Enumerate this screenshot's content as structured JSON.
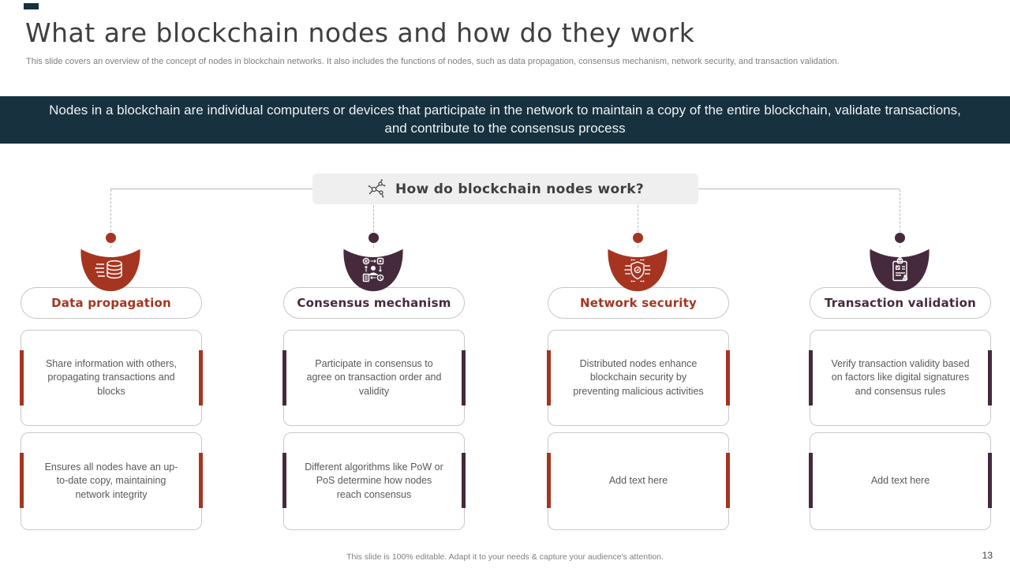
{
  "slide": {
    "title": "What are blockchain nodes and how do they work",
    "subtitle": "This slide covers an overview of the concept of nodes in blockchain networks. It also includes the functions of nodes, such as data propagation,  consensus mechanism, network security, and transaction validation.",
    "footer_note": "This slide is 100% editable.  Adapt it to your needs & capture your audience's attention.",
    "page_number": "13"
  },
  "banner": {
    "text": "Nodes in a blockchain are individual computers or devices that participate in the network to maintain a copy of the entire blockchain, validate transactions, and contribute to the consensus process",
    "background": "#17313F"
  },
  "question_header": {
    "text": "How do blockchain nodes work?",
    "icon": "network-nodes-icon",
    "background": "#EFEFEF"
  },
  "colors": {
    "red": "#A53521",
    "plum": "#452A3D",
    "navy": "#17313F",
    "line_gray": "#B9B9B9"
  },
  "columns": [
    {
      "label": "Data propagation",
      "accent": "#A53521",
      "icon": "database-propagation-icon",
      "cards": [
        "Share information  with others,  propagating transactions  and blocks",
        "Ensures all nodes have  an up-to-date  copy,  maintaining network  integrity"
      ]
    },
    {
      "label": "Consensus  mechanism",
      "accent": "#452A3D",
      "icon": "consensus-people-icon",
      "cards": [
        "Participate in consensus to agree  on transaction  order and validity",
        "Different  algorithms  like PoW or PoS  determine  how nodes  reach consensus"
      ]
    },
    {
      "label": "Network  security",
      "accent": "#A53521",
      "icon": "shield-circuit-icon",
      "cards": [
        "Distributed  nodes  enhance blockchain  security by  preventing malicious  activities",
        "Add text here"
      ]
    },
    {
      "label": "Transaction  validation",
      "accent": "#452A3D",
      "icon": "clipboard-check-icon",
      "cards": [
        "Verify  transaction  validity based  on  factors  like  digital signatures  and consensus  rules",
        "Add text here"
      ]
    }
  ]
}
